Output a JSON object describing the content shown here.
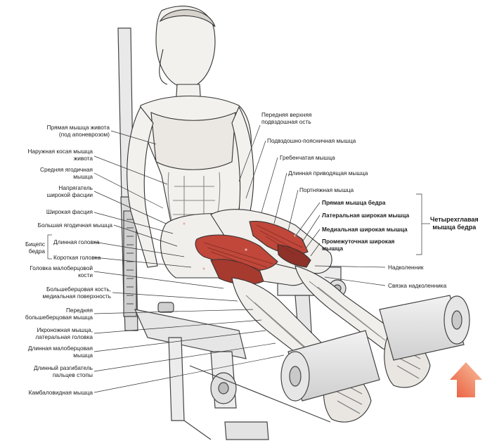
{
  "labels_left": [
    {
      "id": "rectus-abdominis",
      "line1": "Прямая мышца живота",
      "line2": "(под апоневрозом)"
    },
    {
      "id": "external-oblique",
      "line1": "Наружная косая мышца",
      "line2": "живота"
    },
    {
      "id": "gluteus-medius",
      "line1": "Средняя ягодичная",
      "line2": "мышца"
    },
    {
      "id": "tensor-fasciae-latae",
      "line1": "Напрягатель",
      "line2": "широкой фасции"
    },
    {
      "id": "fascia-lata",
      "line1": "Широкая фасция",
      "line2": ""
    },
    {
      "id": "gluteus-maximus",
      "line1": "Большая ягодичная мышца",
      "line2": ""
    },
    {
      "id": "fibula-head",
      "line1": "Головка малоберцовой",
      "line2": "кости"
    },
    {
      "id": "tibia-medial-surface",
      "line1": "Большеберцовая кость,",
      "line2": "медиальная поверхность"
    },
    {
      "id": "tibialis-anterior",
      "line1": "Передняя",
      "line2": "большеберцовая мышца"
    },
    {
      "id": "gastrocnemius-lateral",
      "line1": "Икроножная мышца,",
      "line2": "латеральная головка"
    },
    {
      "id": "peroneus-longus",
      "line1": "Длинная малоберцовая",
      "line2": "мышца"
    },
    {
      "id": "extensor-digitorum-longus",
      "line1": "Длинный разгибатель",
      "line2": "пальцев стопы"
    },
    {
      "id": "soleus",
      "line1": "Камбаловидная мышца",
      "line2": ""
    }
  ],
  "biceps_group": {
    "title_line1": "Бицепс",
    "title_line2": "бедра",
    "long_head": "Длинная головка",
    "short_head": "Короткая головка"
  },
  "labels_right": [
    {
      "id": "asis",
      "line1": "Передняя верхняя",
      "line2": "подвздошная ость"
    },
    {
      "id": "iliopsoas",
      "line1": "Подвздошно-поясничная мышца",
      "line2": ""
    },
    {
      "id": "pectineus",
      "line1": "Гребенчатая мышца",
      "line2": ""
    },
    {
      "id": "adductor-longus",
      "line1": "Длинная приводящая мышца",
      "line2": ""
    },
    {
      "id": "sartorius",
      "line1": "Портняжная мышца",
      "line2": ""
    },
    {
      "id": "patella",
      "line1": "Надколенник",
      "line2": ""
    },
    {
      "id": "patellar-ligament",
      "line1": "Связка надколенника",
      "line2": ""
    }
  ],
  "quadriceps_parts": [
    {
      "id": "rectus-femoris",
      "line1": "Прямая мышца бедра",
      "line2": ""
    },
    {
      "id": "vastus-lateralis",
      "line1": "Латеральная широкая мышца",
      "line2": ""
    },
    {
      "id": "vastus-medialis",
      "line1": "Медиальная широкая мышца",
      "line2": ""
    },
    {
      "id": "vastus-intermedius",
      "line1": "Промежуточная широкая",
      "line2": "мышца"
    }
  ],
  "quadriceps_group": {
    "line1": "Четырехглавая",
    "line2": "мышца бедра"
  },
  "colors": {
    "muscle_red": "#c0473a",
    "muscle_dark": "#7c2a22",
    "line": "#333333",
    "arrow_top": "#f7b08a",
    "arrow_bottom": "#e8593a"
  }
}
